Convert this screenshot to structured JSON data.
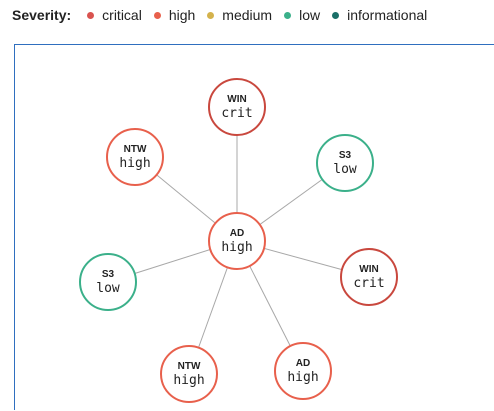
{
  "legend": {
    "title": "Severity:",
    "items": [
      {
        "label": "critical",
        "color": "#d9534f"
      },
      {
        "label": "high",
        "color": "#e8604c"
      },
      {
        "label": "medium",
        "color": "#d4b24c"
      },
      {
        "label": "low",
        "color": "#3bb08a"
      },
      {
        "label": "informational",
        "color": "#1a6f68"
      }
    ]
  },
  "graph": {
    "edge_color": "#a8a8a8",
    "severity_colors": {
      "crit": "#c9483e",
      "high": "#e8604c",
      "low": "#3bb08a"
    },
    "nodes": [
      {
        "id": "center",
        "type": "AD",
        "severity": "high"
      },
      {
        "id": "n1",
        "type": "WIN",
        "severity": "crit"
      },
      {
        "id": "n2",
        "type": "S3",
        "severity": "low"
      },
      {
        "id": "n3",
        "type": "WIN",
        "severity": "crit"
      },
      {
        "id": "n4",
        "type": "AD",
        "severity": "high"
      },
      {
        "id": "n5",
        "type": "NTW",
        "severity": "high"
      },
      {
        "id": "n6",
        "type": "S3",
        "severity": "low"
      },
      {
        "id": "n7",
        "type": "NTW",
        "severity": "high"
      }
    ],
    "edges": [
      [
        "center",
        "n1"
      ],
      [
        "center",
        "n2"
      ],
      [
        "center",
        "n3"
      ],
      [
        "center",
        "n4"
      ],
      [
        "center",
        "n5"
      ],
      [
        "center",
        "n6"
      ],
      [
        "center",
        "n7"
      ]
    ]
  }
}
